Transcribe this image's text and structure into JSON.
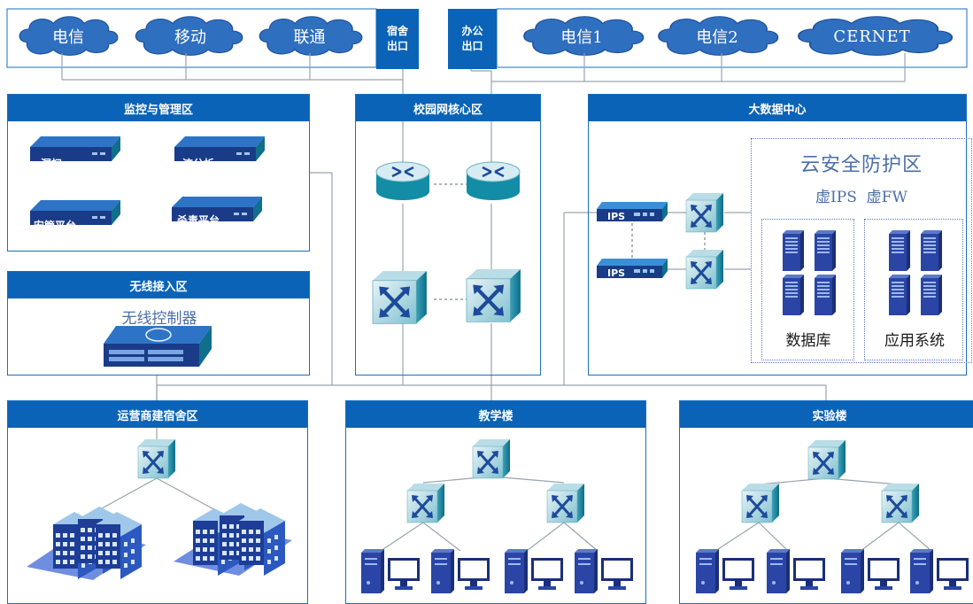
{
  "top_bar": {
    "clouds_left": [
      "电信",
      "移动",
      "联通"
    ],
    "exit_dorm": "宿舍\n出口",
    "exit_office": "办公\n出口",
    "clouds_right": [
      "电信1",
      "电信2",
      "CERNET"
    ]
  },
  "monitor_zone": {
    "title": "监控与管理区",
    "devices": [
      "漏扫",
      "流分析",
      "安管平台",
      "杀毒平台"
    ]
  },
  "wireless_zone": {
    "title": "无线接入区",
    "controller": "无线控制器"
  },
  "core_zone": {
    "title": "校园网核心区"
  },
  "bigdata_zone": {
    "title": "大数据中心",
    "ips_label": "IPS",
    "cloud_security": "云安全防护区",
    "virtual": "虚IPS  虚FW",
    "database": "数据库",
    "apps": "应用系统"
  },
  "dorm_zone": {
    "title": "运营商建宿舍区"
  },
  "teaching_zone": {
    "title": "教学楼"
  },
  "lab_zone": {
    "title": "实验楼"
  }
}
